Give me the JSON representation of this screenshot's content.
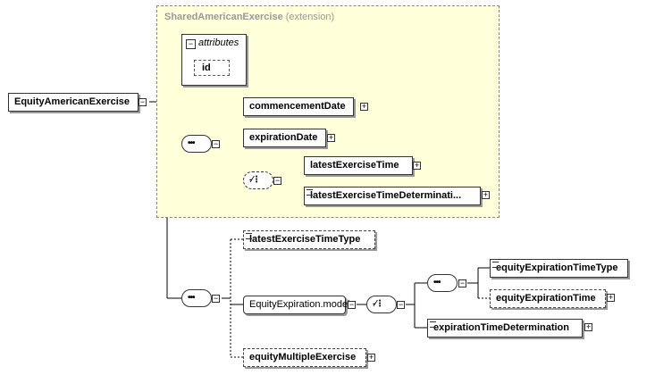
{
  "extension": {
    "base_name": "SharedAmericanExercise",
    "qualifier": "(extension)"
  },
  "attributes": {
    "header": "attributes",
    "items": [
      "id"
    ]
  },
  "root": {
    "label": "EquityAmericanExercise"
  },
  "elements": {
    "commencement_date": "commencementDate",
    "expiration_date": "expirationDate",
    "latest_exercise_time": "latestExerciseTime",
    "latest_exercise_time_determination": "latestExerciseTimeDeterminati...",
    "latest_exercise_time_type": "latestExerciseTimeType",
    "equity_expiration_model": "EquityExpiration.model",
    "equity_expiration_time_type": "equityExpirationTimeType",
    "equity_expiration_time": "equityExpirationTime",
    "expiration_time_determination": "expirationTimeDetermination",
    "equity_multiple_exercise": "equityMultipleExercise"
  },
  "icons": {
    "expand": "+",
    "collapse": "−"
  },
  "colors": {
    "extension_background": "#ffffd9",
    "line": "#000000",
    "shadow": "#999999"
  }
}
